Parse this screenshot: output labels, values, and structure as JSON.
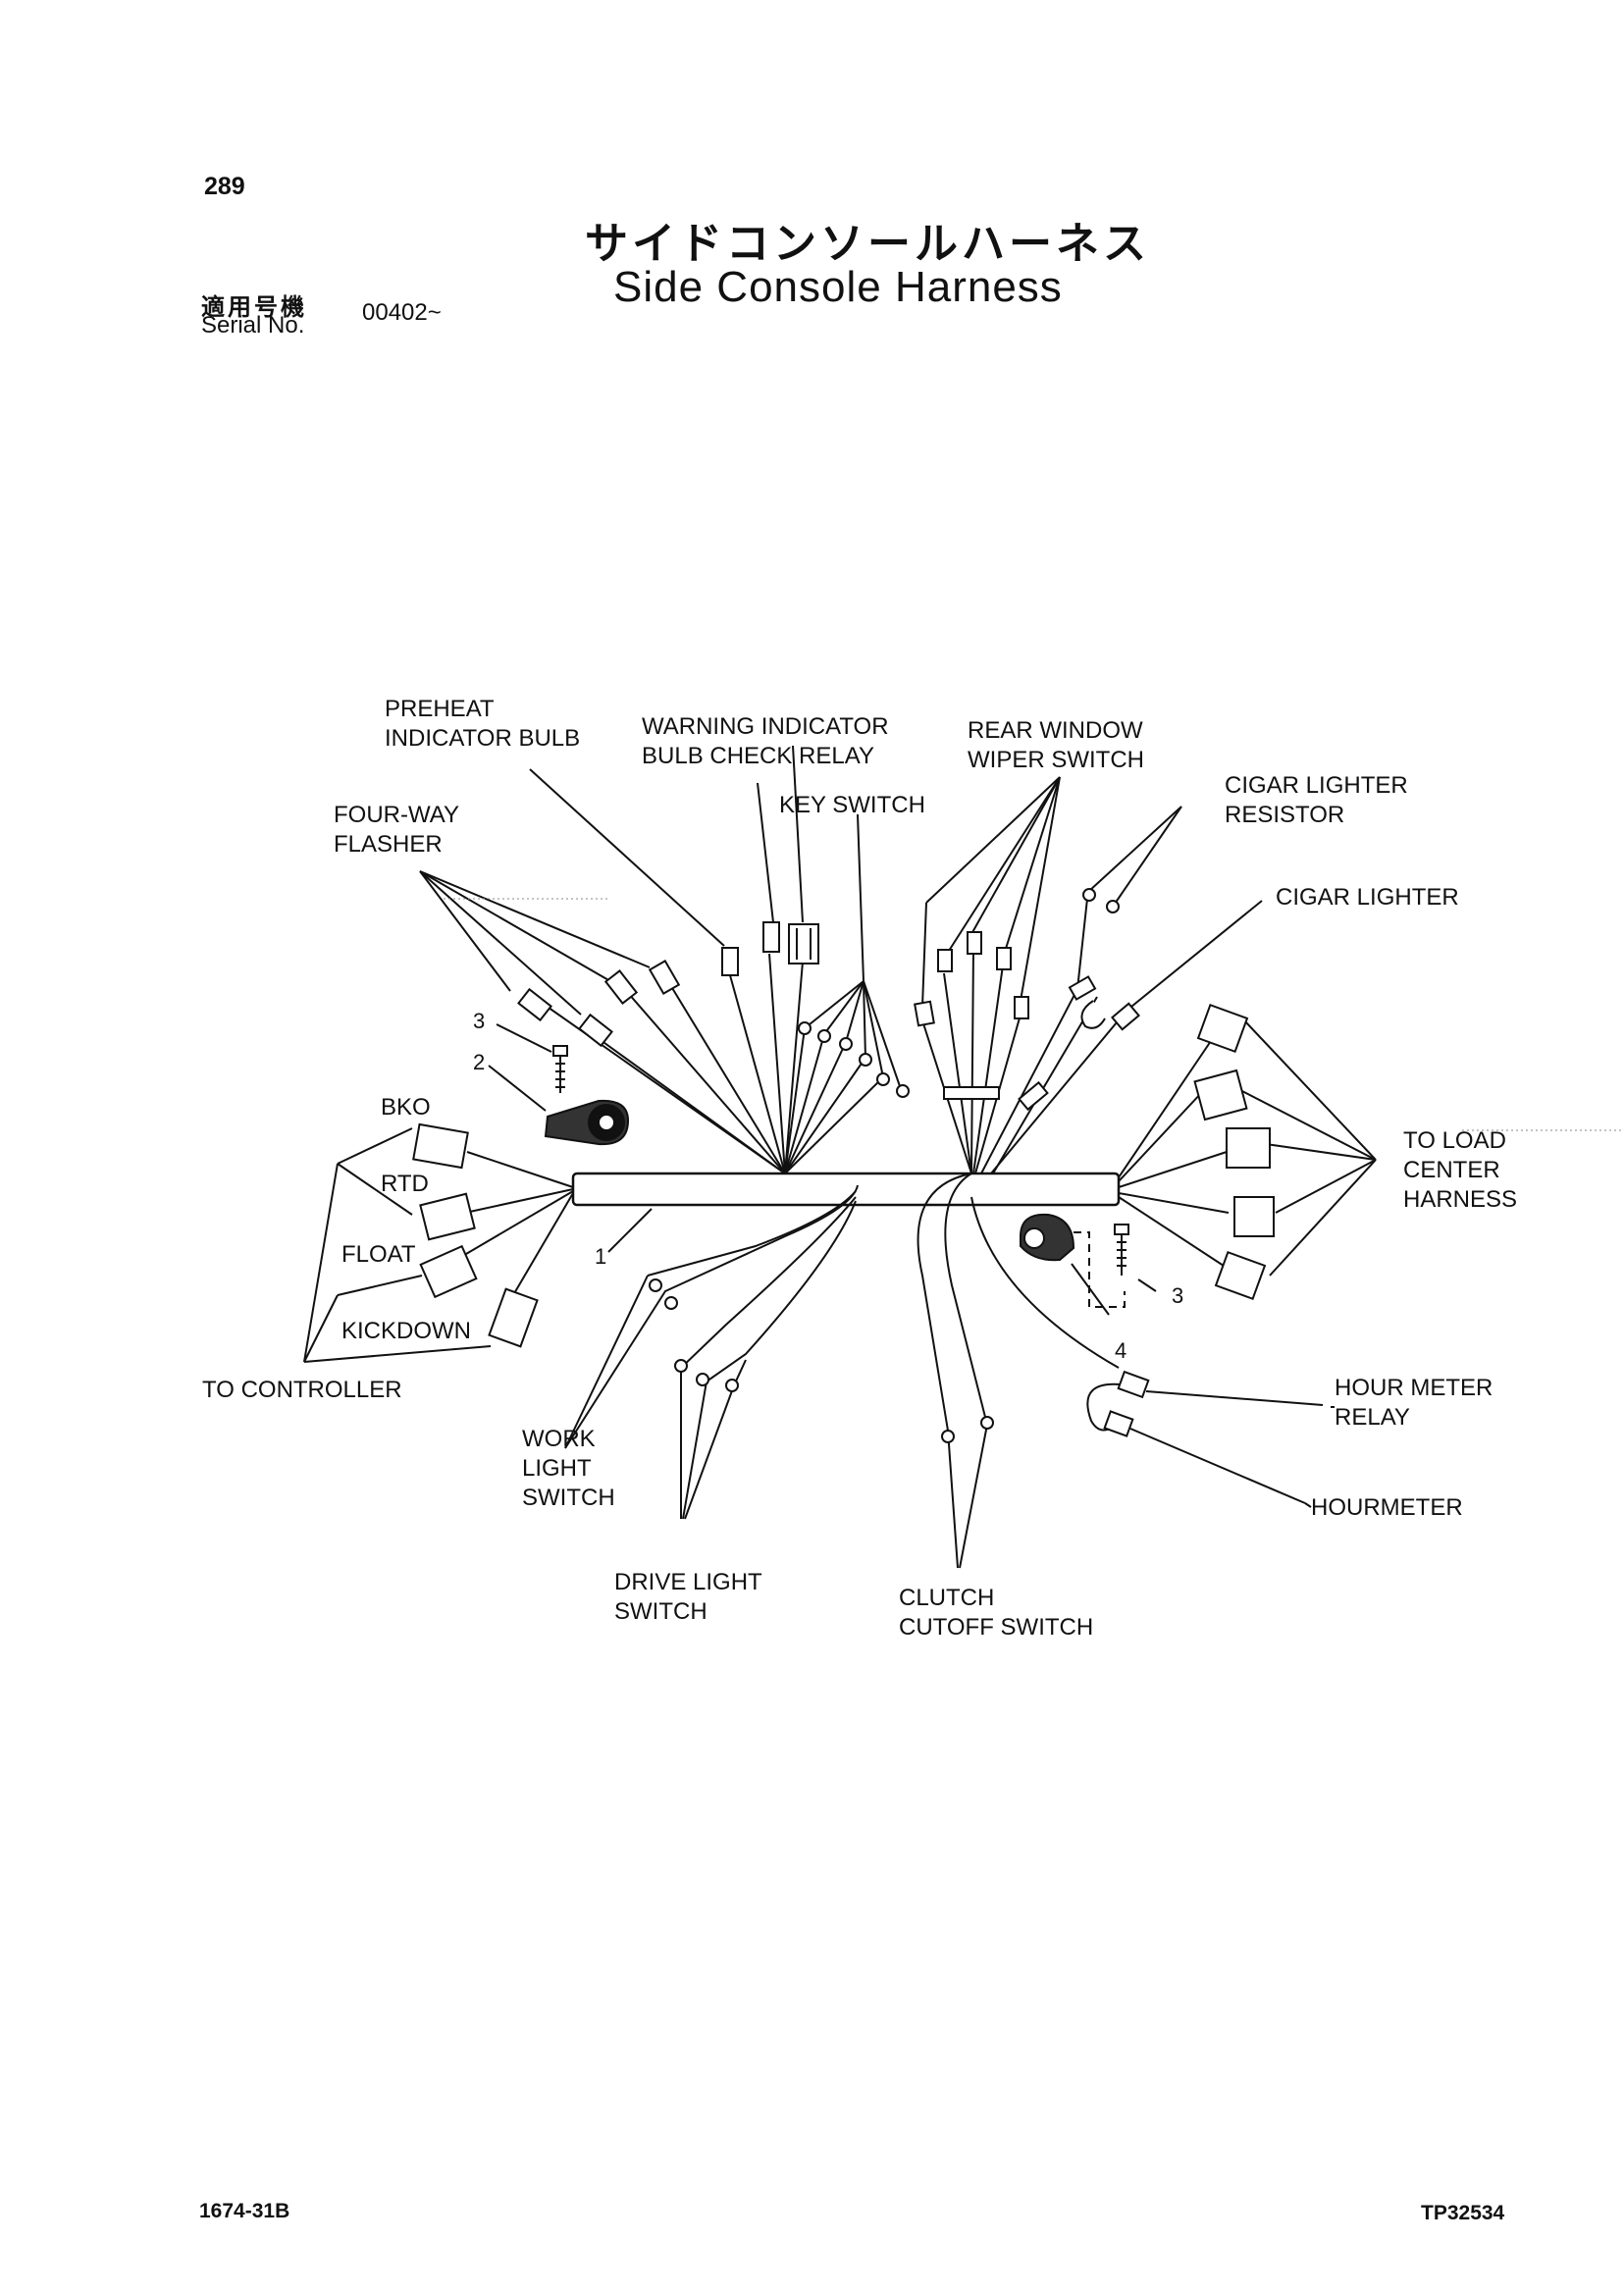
{
  "page_number": "289",
  "title_jp": "サイドコンソールハーネス",
  "title_en": "Side Console Harness",
  "serial_label_jp": "適用号機",
  "serial_label_en": "Serial No.",
  "serial_value": "00402~",
  "labels": {
    "preheat": [
      "PREHEAT",
      "INDICATOR BULB"
    ],
    "warning": [
      "WARNING INDICATOR",
      "BULB CHECK RELAY"
    ],
    "rear_wiper": [
      "REAR WINDOW",
      "WIPER SWITCH"
    ],
    "cigar_resistor": [
      "CIGAR LIGHTER",
      "RESISTOR"
    ],
    "cigar_lighter": [
      "CIGAR LIGHTER"
    ],
    "key_switch": [
      "KEY SWITCH"
    ],
    "four_way": [
      "FOUR-WAY",
      "FLASHER"
    ],
    "to_load": [
      "TO LOAD",
      "CENTER",
      "HARNESS"
    ],
    "bko": [
      "BKO"
    ],
    "rtd": [
      "RTD"
    ],
    "float": [
      "FLOAT"
    ],
    "kickdown": [
      "KICKDOWN"
    ],
    "to_controller": [
      "TO CONTROLLER"
    ],
    "work_light": [
      "WORK",
      "LIGHT",
      "SWITCH"
    ],
    "drive_light": [
      "DRIVE LIGHT",
      "SWITCH"
    ],
    "clutch": [
      "CLUTCH",
      "CUTOFF SWITCH"
    ],
    "hour_meter_relay": [
      "HOUR METER",
      "RELAY"
    ],
    "hourmeter": [
      "HOURMETER"
    ]
  },
  "callouts": {
    "c1": "1",
    "c2": "2",
    "c3a": "3",
    "c3b": "3",
    "c4": "4"
  },
  "footer_left": "1674-31B",
  "footer_right": "TP32534"
}
